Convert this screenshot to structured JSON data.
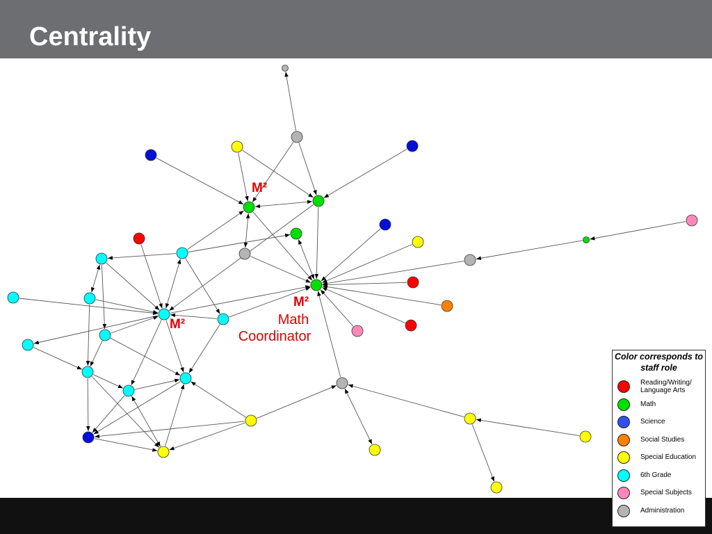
{
  "title": "Centrality",
  "colors": {
    "reading": "#ff0000",
    "math": "#00e000",
    "science": "#0010d8",
    "social": "#ff8000",
    "sped": "#ffff00",
    "grade6": "#00ffff",
    "special": "#ff88bb",
    "admin": "#b4b4b4"
  },
  "legend": {
    "title": "Color corresponds to staff role",
    "items": [
      {
        "label": "Reading/Writing/ Language Arts",
        "color": "#ff0000"
      },
      {
        "label": "Math",
        "color": "#00e000"
      },
      {
        "label": "Science",
        "color": "#3050f0"
      },
      {
        "label": "Social Studies",
        "color": "#ff8000"
      },
      {
        "label": "Special Education",
        "color": "#ffff00"
      },
      {
        "label": "6th Grade",
        "color": "#00ffff"
      },
      {
        "label": "Special Subjects",
        "color": "#ff88bb"
      },
      {
        "label": "Administration",
        "color": "#b4b4b4"
      }
    ]
  },
  "labels": {
    "m2_top": "M²",
    "m2_center": "M²",
    "m2_left": "M²",
    "math_coordinator_line1": "Math",
    "math_coordinator_line2": "Coordinator"
  }
}
